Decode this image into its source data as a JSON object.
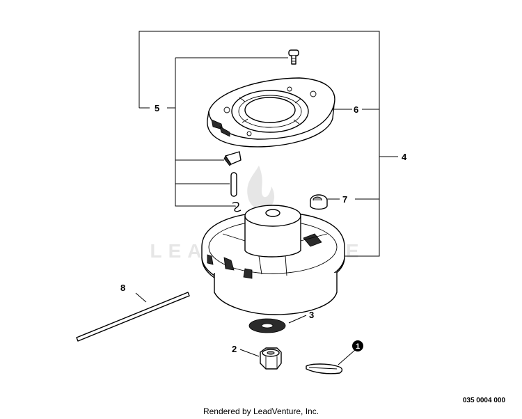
{
  "callouts": {
    "c1": "1",
    "c2": "2",
    "c3": "3",
    "c4": "4",
    "c5": "5",
    "c6": "6",
    "c7": "7",
    "c8": "8"
  },
  "watermark": "LEADVENTURE",
  "drawing_number": "035 0004 000",
  "footer": "Rendered by LeadVenture, Inc.",
  "colors": {
    "line": "#000000",
    "watermark": "#e6e6e6",
    "shading": "#2b2b2b"
  }
}
